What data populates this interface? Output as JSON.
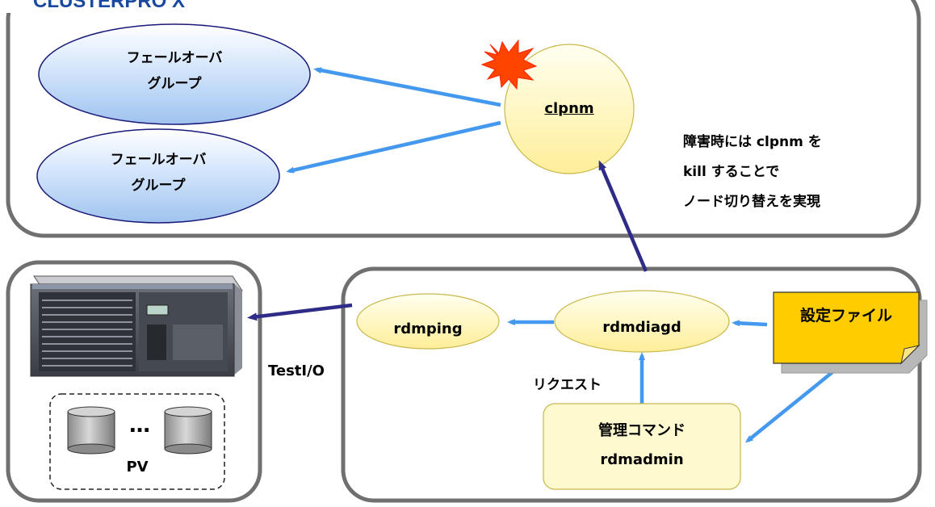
{
  "cluster_title": "CLUSTERPRO X",
  "failover_group_1": {
    "line1": "フェールオーバ",
    "line2": "グループ"
  },
  "failover_group_2": {
    "line1": "フェールオーバ",
    "line2": "グループ"
  },
  "clpnm_label": "clpnm",
  "note": {
    "line1": "障害時には clpnm を",
    "line2": "kill することで",
    "line3": "ノード切り替えを実現"
  },
  "rdmping_label": "rdmping",
  "rdmdiagd_label": "rdmdiagd",
  "config_file_label": "設定ファイル",
  "request_label": "リクエスト",
  "admin_command": {
    "line1": "管理コマンド",
    "line2": "rdmadmin"
  },
  "testio_label": "TestI/O",
  "pv_label": "PV",
  "dots_label": "…",
  "colors": {
    "light_arrow": "#4499ee",
    "dark_arrow": "#2e2c86",
    "ellipse_yellow": "#ffffc8",
    "box_yellow": "#ffcc00",
    "title_blue": "#1a4aa0"
  }
}
